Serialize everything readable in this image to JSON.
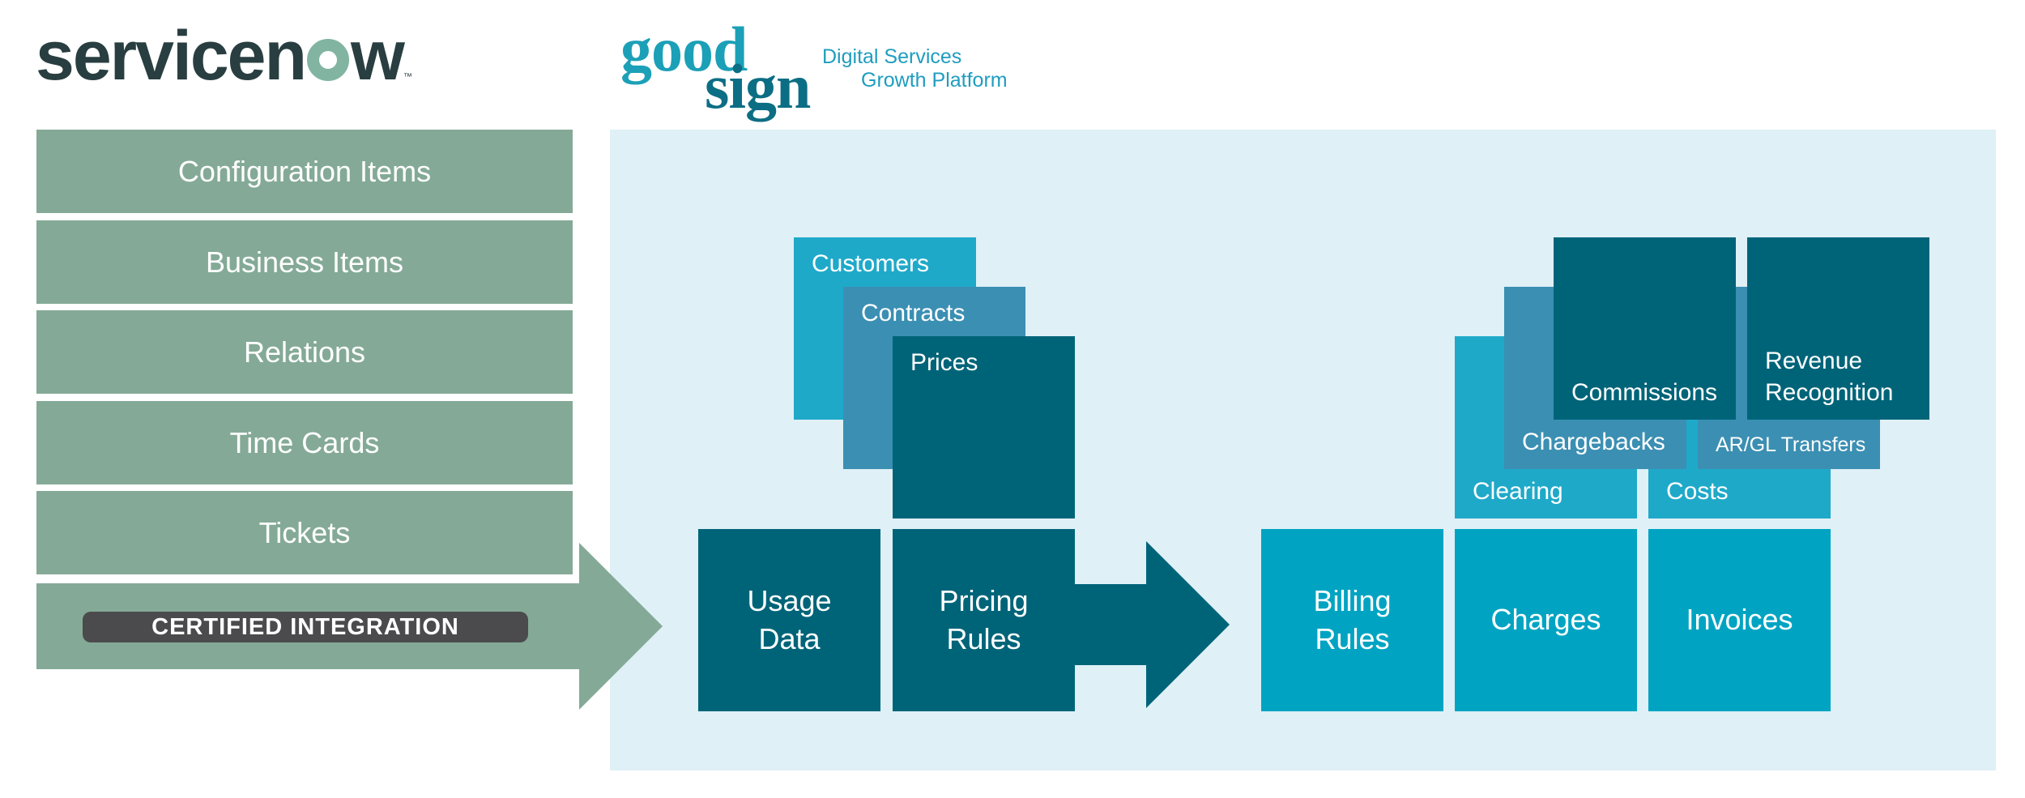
{
  "logos": {
    "servicenow": {
      "before": "servicen",
      "after": "w",
      "tm": "™"
    },
    "goodsign": {
      "word1": "good",
      "word2": "sign",
      "tagline1": "Digital Services",
      "tagline2": "Growth Platform"
    }
  },
  "left_stack": {
    "items": [
      "Configuration Items",
      "Business Items",
      "Relations",
      "Time Cards",
      "Tickets"
    ],
    "badge": "CERTIFIED INTEGRATION"
  },
  "inputs_stack": [
    "Customers",
    "Contracts",
    "Prices"
  ],
  "pipeline": {
    "usage_data": "Usage\nData",
    "pricing_rules": "Pricing\nRules",
    "billing_rules": "Billing\nRules",
    "charges": "Charges",
    "invoices": "Invoices"
  },
  "outputs_stack": {
    "clearing": "Clearing",
    "costs": "Costs",
    "chargebacks": "Chargebacks",
    "ar_gl_transfers": "AR/GL Transfers",
    "commissions": "Commissions",
    "revenue_recognition": "Revenue\nRecognition"
  },
  "colors": {
    "sage": "#84aa97",
    "panel": "#dff0f6",
    "light_blue": "#1fa9c9",
    "mid_blue": "#3b8fb3",
    "dark_teal": "#006479",
    "main_teal": "#00a4c2",
    "badge": "#4b4b4d"
  }
}
